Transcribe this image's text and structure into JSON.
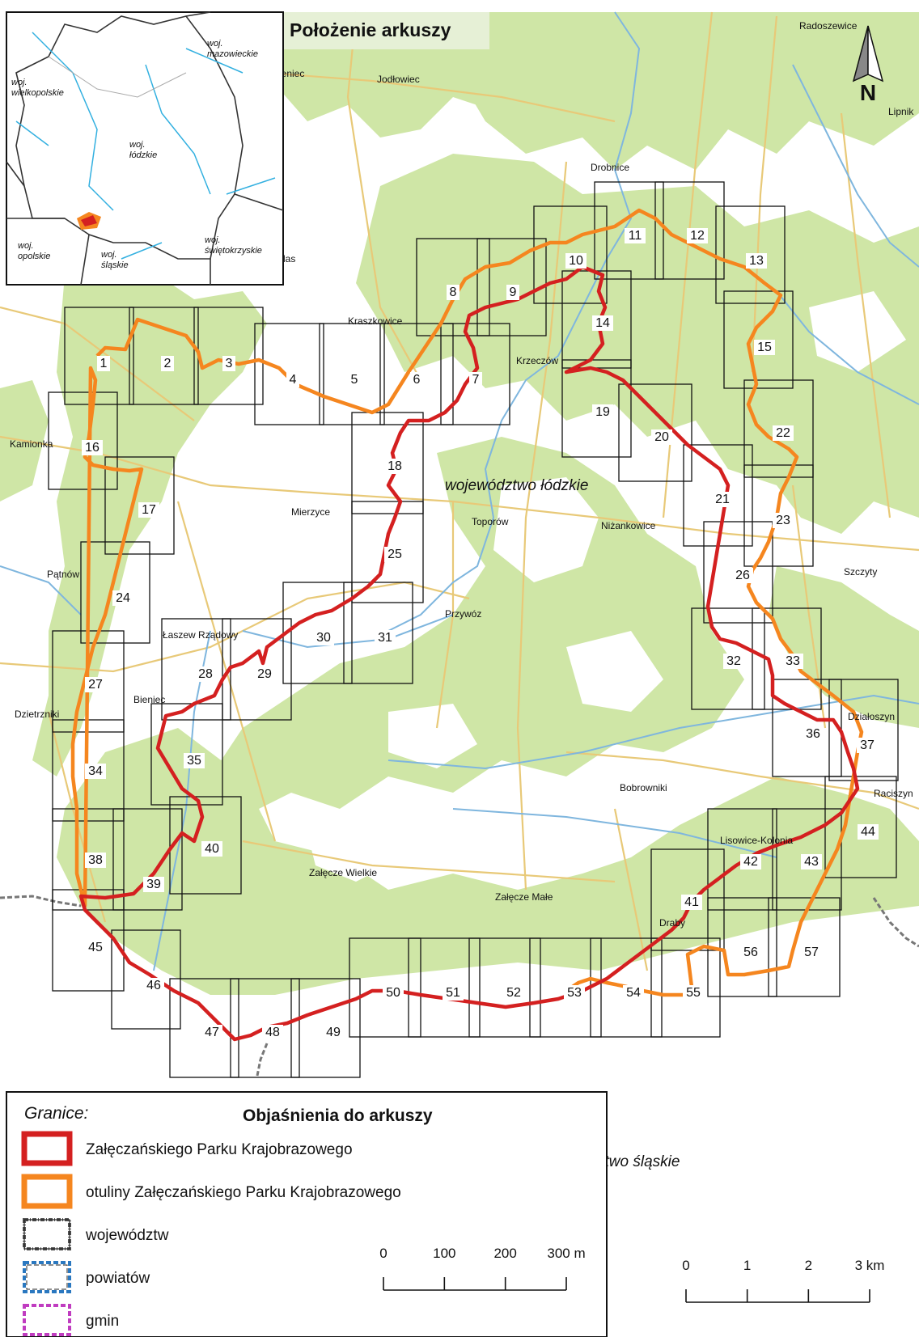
{
  "location_panel": {
    "title": "Położenie arkuszy",
    "labels": [
      "woj. mazowieckie",
      "woj. wielkopolskie",
      "woj. łódzkie",
      "woj. opolskie",
      "woj. śląskie",
      "woj. świętokrzyskie"
    ]
  },
  "north_arrow": {
    "label": "N"
  },
  "region_labels": {
    "lodzkie": "województwo łódzkie",
    "slaskie": "ztwo śląskie"
  },
  "towns": [
    "Radoszewice",
    "Lipnik",
    "Jodłowiec",
    "sieniec",
    "Drobnice",
    "Kraszkowice",
    "Krzeczów",
    "Kamionka",
    "Mierzyce",
    "Toporów",
    "Niżankowice",
    "Szczyty",
    "Pątnów",
    "Przywóz",
    "Łaszew Rządowy",
    "Bieniec",
    "Dzietrzniki",
    "Działoszyn",
    "Raciszyn",
    "Bobrowniki",
    "Lisowice-Kolonia",
    "Załęcze Wielkie",
    "Załęcze Małe",
    "Draby",
    "las"
  ],
  "sheets": [
    "1",
    "2",
    "3",
    "4",
    "5",
    "6",
    "7",
    "8",
    "9",
    "10",
    "11",
    "12",
    "13",
    "14",
    "15",
    "16",
    "17",
    "18",
    "19",
    "20",
    "21",
    "22",
    "23",
    "24",
    "25",
    "26",
    "27",
    "28",
    "29",
    "30",
    "31",
    "32",
    "33",
    "34",
    "35",
    "36",
    "37",
    "38",
    "39",
    "40",
    "41",
    "42",
    "43",
    "44",
    "45",
    "46",
    "47",
    "48",
    "49",
    "50",
    "51",
    "52",
    "53",
    "54",
    "55",
    "56",
    "57"
  ],
  "legend": {
    "heading": "Granice:",
    "title": "Objaśnienia do arkuszy",
    "items": [
      {
        "label": "Załęczańskiego Parku Krajobrazowego",
        "color": "#d42020"
      },
      {
        "label": "otuliny Załęczańskiego Parku Krajobrazowego",
        "color": "#f5861f"
      },
      {
        "label": "województw",
        "color": "#555555"
      },
      {
        "label": "powiatów",
        "color": "#2a78c0"
      },
      {
        "label": "gmin",
        "color": "#c03cc0"
      }
    ]
  },
  "scalebars": [
    {
      "ticks": [
        "0",
        "100",
        "200",
        "300 m"
      ]
    },
    {
      "ticks": [
        "0",
        "1",
        "2",
        "3 km"
      ]
    }
  ],
  "colors": {
    "forest": "#cfe6a6",
    "river": "#7fb6de",
    "road": "#e8c978",
    "park": "#d42020",
    "buffer": "#f5861f"
  }
}
